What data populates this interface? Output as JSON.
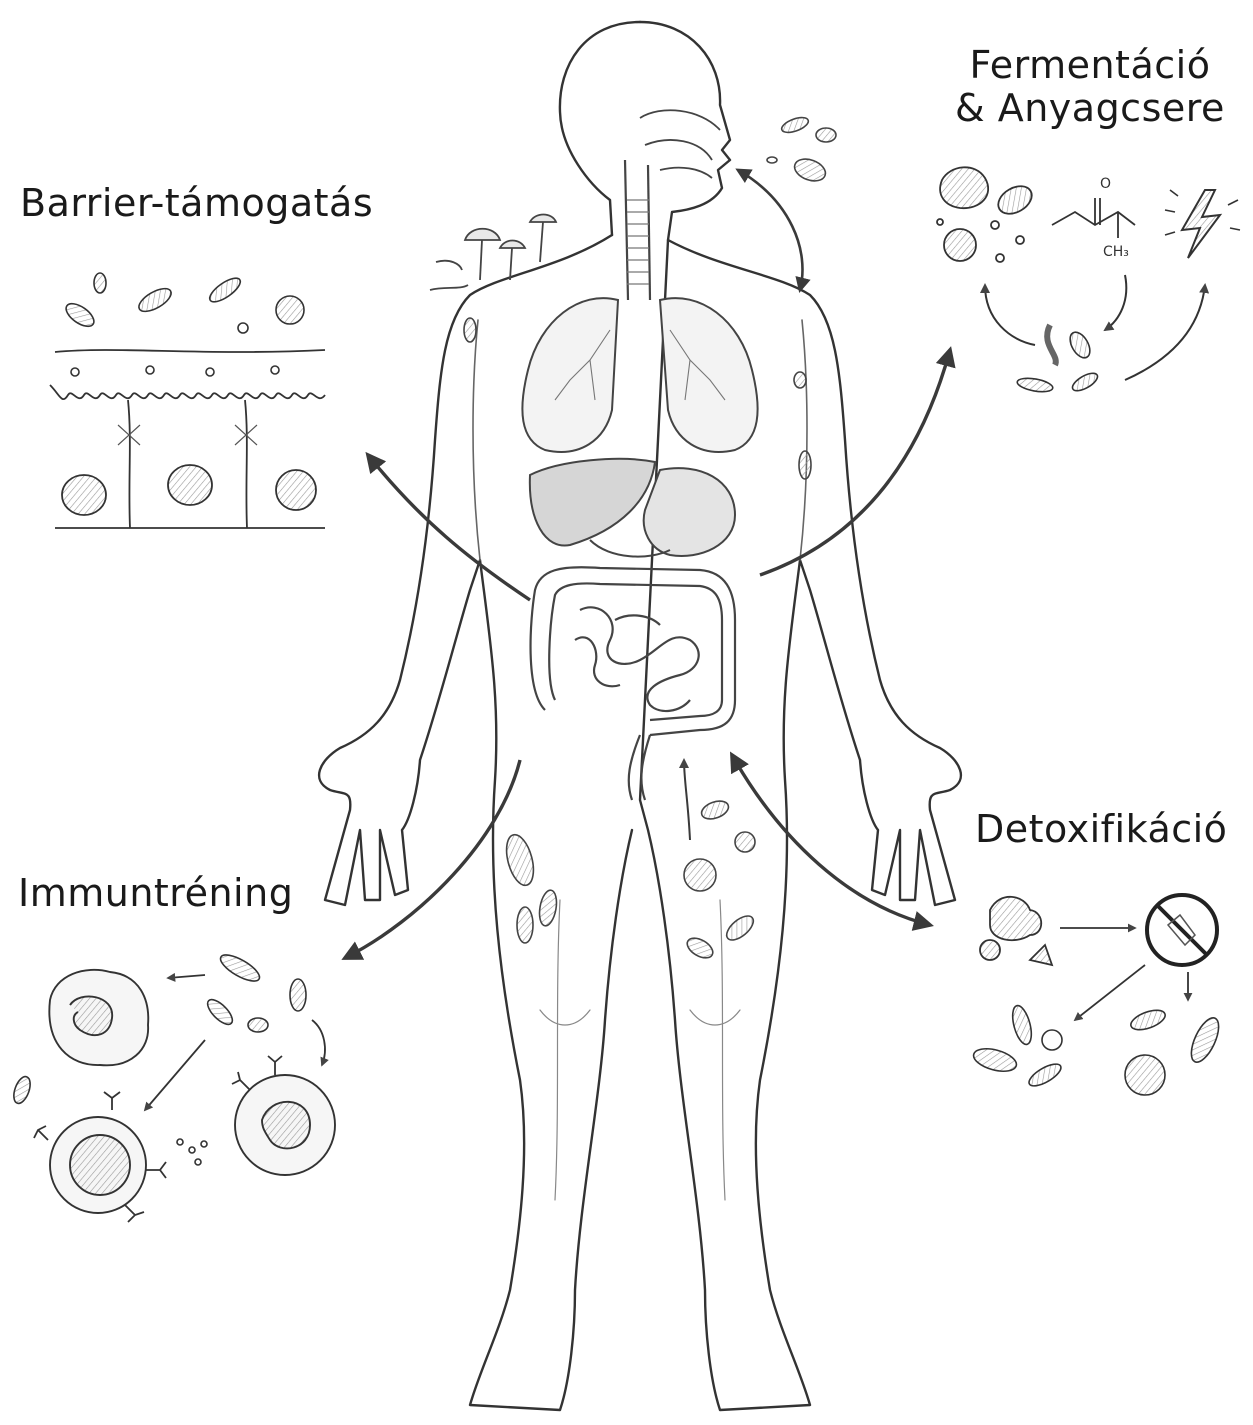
{
  "labels": {
    "barrier": "Barrier-támogatás",
    "fermentation_line1": "Fermentáció",
    "fermentation_line2": "& Anyagcsere",
    "immune": "Immuntréning",
    "detox": "Detoxifikáció"
  },
  "chemistry": {
    "oxygen": "O",
    "methyl": "CH₃"
  },
  "colors": {
    "ink": "#1a1a1a",
    "pencil": "#555555",
    "shade": "#bdbdbd",
    "arrow": "#3a3a3a"
  },
  "icons": [
    "human-body-icon",
    "lungs-icon",
    "intestine-icon",
    "epithelium-icon",
    "bacteria-icon",
    "virus-icon",
    "fungus-icon",
    "immune-cell-icon",
    "lightning-icon",
    "no-toxin-icon"
  ]
}
